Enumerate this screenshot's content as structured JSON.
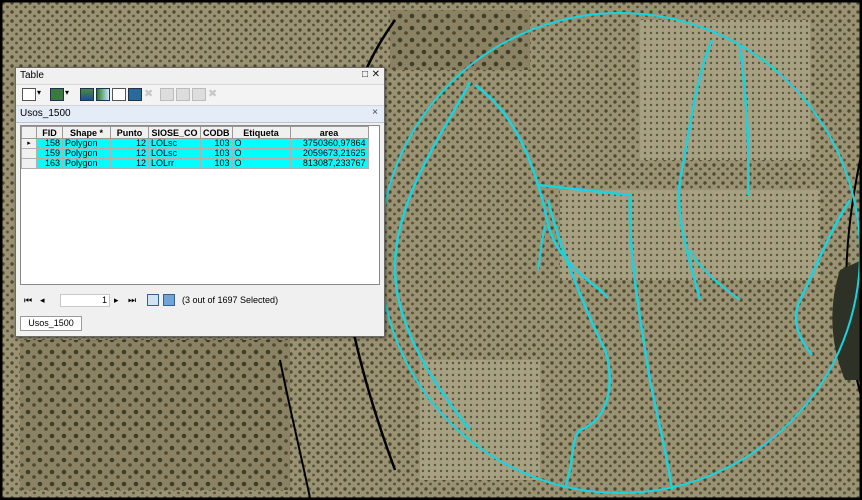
{
  "window": {
    "title": "Table",
    "restore_glyph": "□",
    "close_glyph": "✕"
  },
  "toolbar": {
    "icons": [
      "table-options-icon",
      "related-tables-icon",
      "select-by-attributes-icon",
      "switch-selection-icon",
      "clear-selection-icon",
      "zoom-to-selected-icon",
      "delete-selected-icon",
      "copy-icon",
      "paste-icon",
      "add-field-icon",
      "remove-icon"
    ]
  },
  "table_tab": {
    "name": "Usos_1500",
    "close_glyph": "×"
  },
  "columns": [
    "FID",
    "Shape *",
    "Punto",
    "SIOSE_CO",
    "CODB",
    "Etiqueta",
    "area"
  ],
  "rows": [
    {
      "marker": "▸",
      "cells": [
        "158",
        "Polygon",
        "12",
        "LOLsc",
        "103",
        "O",
        "3750360,97864"
      ]
    },
    {
      "marker": "",
      "cells": [
        "159",
        "Polygon",
        "12",
        "LOLsc",
        "103",
        "O",
        "2059673,21625"
      ]
    },
    {
      "marker": "",
      "cells": [
        "163",
        "Polygon",
        "12",
        "LOLrr",
        "103",
        "O",
        "813087,233767"
      ]
    }
  ],
  "nav": {
    "first": "⏮",
    "prev": "◂",
    "record": "1",
    "next": "▸",
    "last": "⏭",
    "selection_text": "(3 out of 1697 Selected)"
  },
  "bottom_tab": {
    "label": "Usos_1500"
  },
  "colors": {
    "selection": "#00ffff",
    "boundary": "#19d3de",
    "map_base": "#8b8364"
  }
}
